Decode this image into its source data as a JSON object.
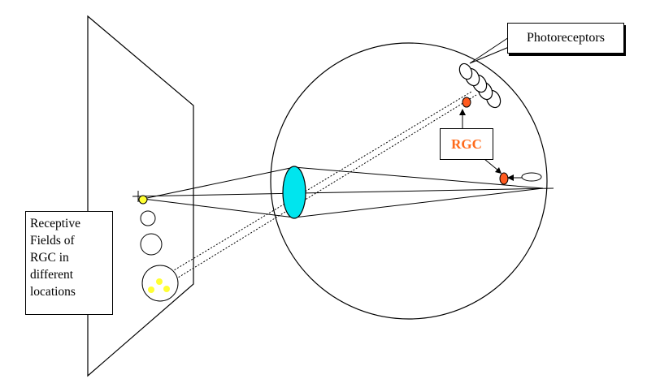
{
  "labels": {
    "receptive_fields": [
      "Receptive",
      "Fields of",
      "RGC in",
      "different",
      "locations"
    ],
    "photoreceptors": "Photoreceptors",
    "rgc": "RGC"
  },
  "colors": {
    "stroke": "#000000",
    "lens": "#00e5ee",
    "rgc_cell": "#ff5a1f",
    "rgc_text": "#ff6a1a",
    "stimulus": "#ffff33"
  }
}
